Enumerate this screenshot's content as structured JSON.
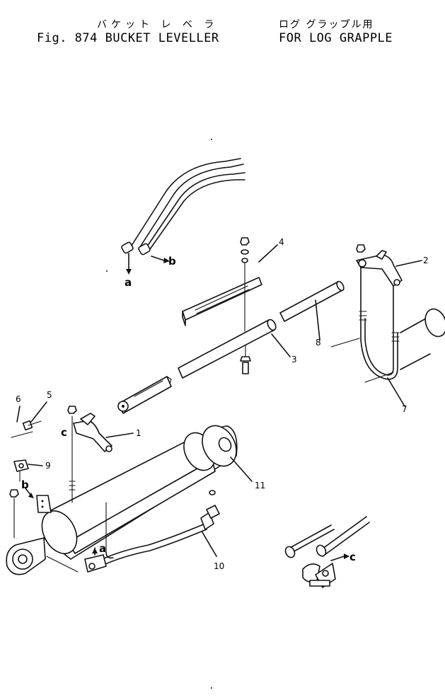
{
  "header": {
    "jp_left": "バケット レ ベ ラ",
    "jp_right": "ログ グラップル用",
    "en_left": "Fig. 874 BUCKET LEVELLER",
    "en_right": "FOR LOG GRAPPLE"
  },
  "callouts": {
    "p1": "1",
    "p2": "2",
    "p3": "3",
    "p4": "4",
    "p5": "5",
    "p6": "6",
    "p7": "7",
    "p8": "8",
    "p9": "9",
    "p10": "10",
    "p11": "11"
  },
  "connectors": {
    "a": "a",
    "b": "b",
    "c": "c"
  }
}
